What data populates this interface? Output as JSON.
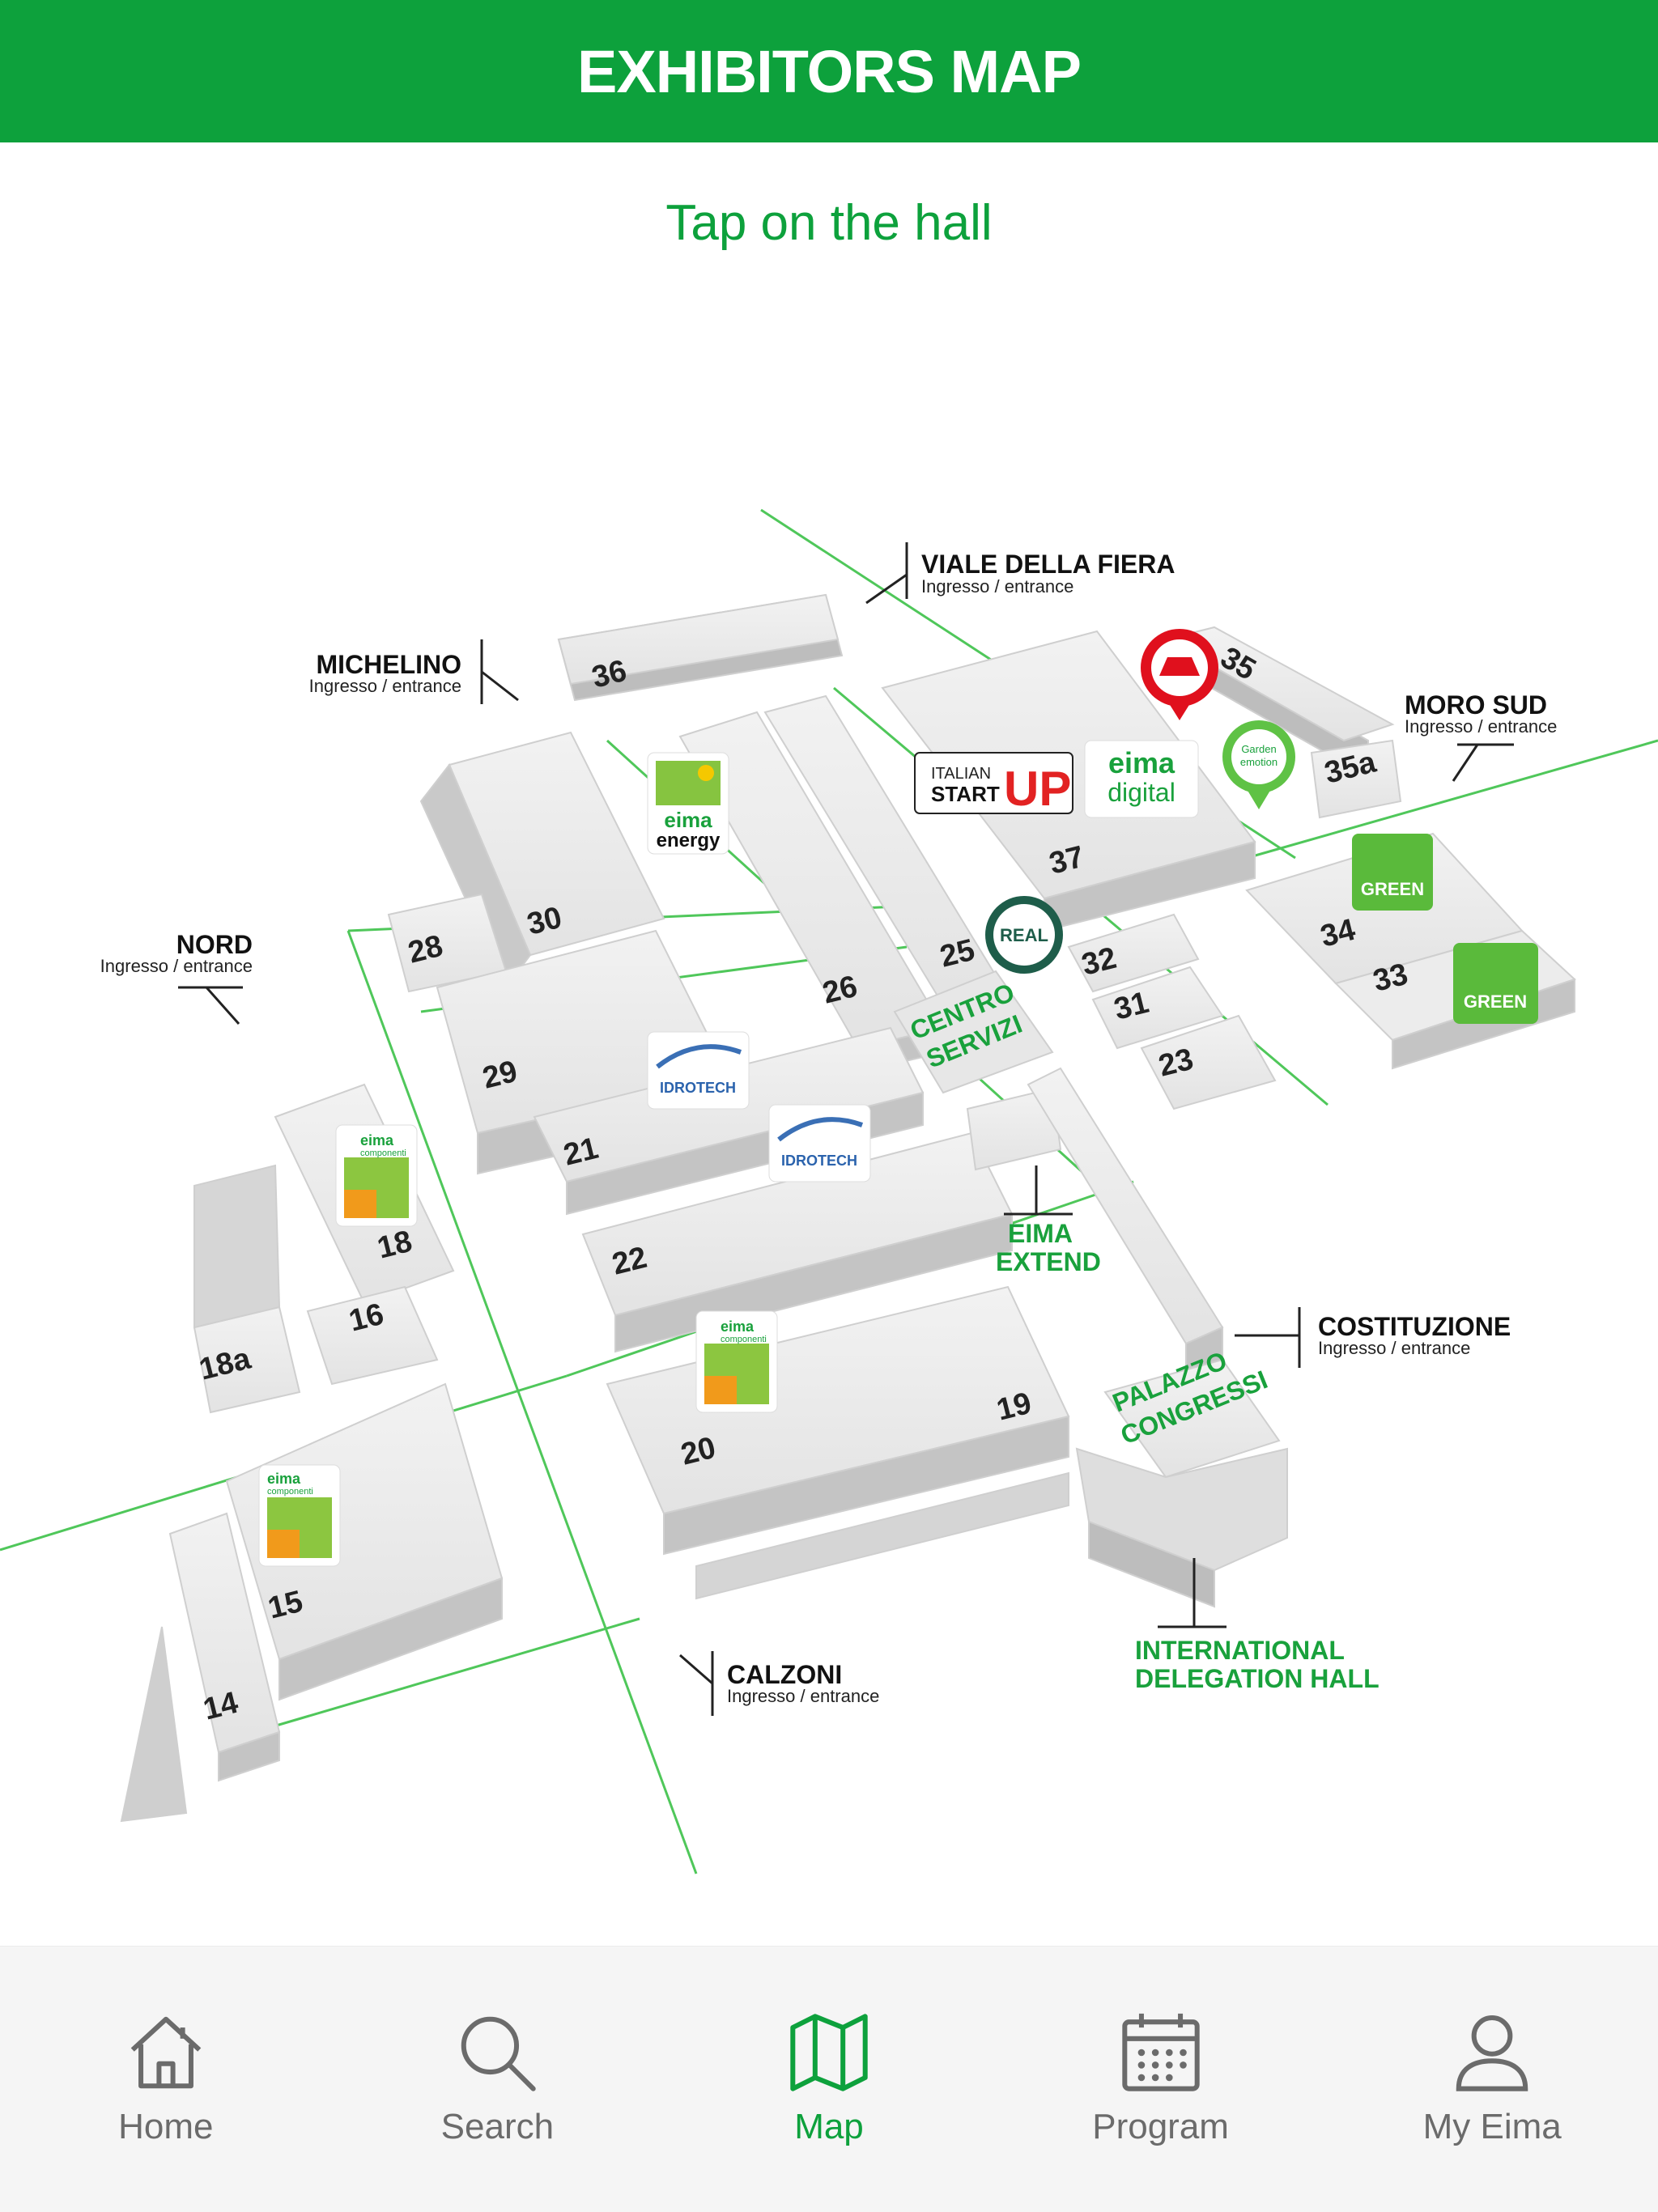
{
  "header": {
    "title": "EXHIBITORS MAP"
  },
  "instruction": "Tap on the hall",
  "entrances": [
    {
      "name": "VIALE DELLA FIERA",
      "sub": "Ingresso / entrance"
    },
    {
      "name": "MICHELINO",
      "sub": "Ingresso / entrance"
    },
    {
      "name": "MORO SUD",
      "sub": "Ingresso / entrance"
    },
    {
      "name": "NORD",
      "sub": "Ingresso / entrance"
    },
    {
      "name": "COSTITUZIONE",
      "sub": "Ingresso / entrance"
    },
    {
      "name": "CALZONI",
      "sub": "Ingresso / entrance"
    }
  ],
  "halls": [
    "36",
    "35",
    "35a",
    "37",
    "34",
    "33",
    "30",
    "28",
    "29",
    "26",
    "25",
    "32",
    "31",
    "23",
    "21",
    "22",
    "18",
    "16",
    "18a",
    "20",
    "19",
    "15",
    "14"
  ],
  "areas": {
    "centro_servizi": [
      "CENTRO",
      "SERVIZI"
    ],
    "eima_extend": [
      "EIMA",
      "EXTEND"
    ],
    "palazzo_congressi": [
      "PALAZZO",
      "CONGRESSI"
    ],
    "international_delegation_hall": [
      "INTERNATIONAL",
      "DELEGATION HALL"
    ]
  },
  "badges": {
    "eima_energy": [
      "eima",
      "energy"
    ],
    "italian_startup": [
      "ITALIAN",
      "START",
      "UP"
    ],
    "eima_digital": [
      "eima",
      "digital"
    ],
    "garden_emotion": [
      "Garden",
      "emotion"
    ],
    "green": "GREEN",
    "idrotech": "IDROTECH",
    "eima_componenti": [
      "eima",
      "componenti"
    ],
    "real": "REAL"
  },
  "colors": {
    "brand_green": "#0da13c",
    "nav_inactive": "#6b6b6b",
    "nav_bar": "#f5f5f5"
  },
  "nav": {
    "items": [
      {
        "label": "Home",
        "icon": "home-icon"
      },
      {
        "label": "Search",
        "icon": "search-icon"
      },
      {
        "label": "Map",
        "icon": "map-icon",
        "active": true
      },
      {
        "label": "Program",
        "icon": "calendar-icon"
      },
      {
        "label": "My Eima",
        "icon": "user-icon"
      }
    ]
  }
}
